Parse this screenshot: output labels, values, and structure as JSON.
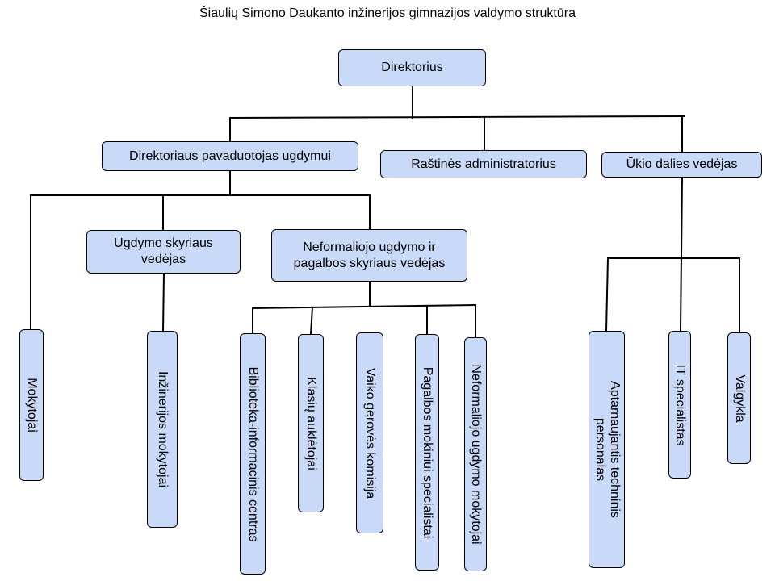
{
  "title": "Šiaulių Simono Daukanto inžinerijos gimnazijos valdymo struktūra",
  "colors": {
    "box_fill": "#c9daf8",
    "border": "#000000"
  },
  "nodes": {
    "director": "Direktorius",
    "deputy": "Direktoriaus pavaduotojas ugdymui",
    "office_admin": "Raštinės administratorius",
    "facilities_head": "Ūkio dalies vedėjas",
    "education_dept_head": "Ugdymo skyriaus vedėjas",
    "nonformal_dept_head": "Neformaliojo ugdymo ir pagalbos skyriaus vedėjas",
    "teachers": "Mokytojai",
    "engineering_teachers": "Inžinerijos mokytojai",
    "library_center": "Biblioteka-informacinis centras",
    "class_tutors": "Klasių auklėtojai",
    "child_welfare": "Vaiko gerovės komisija",
    "student_support": "Pagalbos mokiniui specialistai",
    "nonformal_teachers": "Neformaliojo ugdymo mokytojai",
    "technical_staff": "Aptarnaujantis techninis personalas",
    "it_specialists": "IT specialistas",
    "canteen": "Valgykla"
  }
}
